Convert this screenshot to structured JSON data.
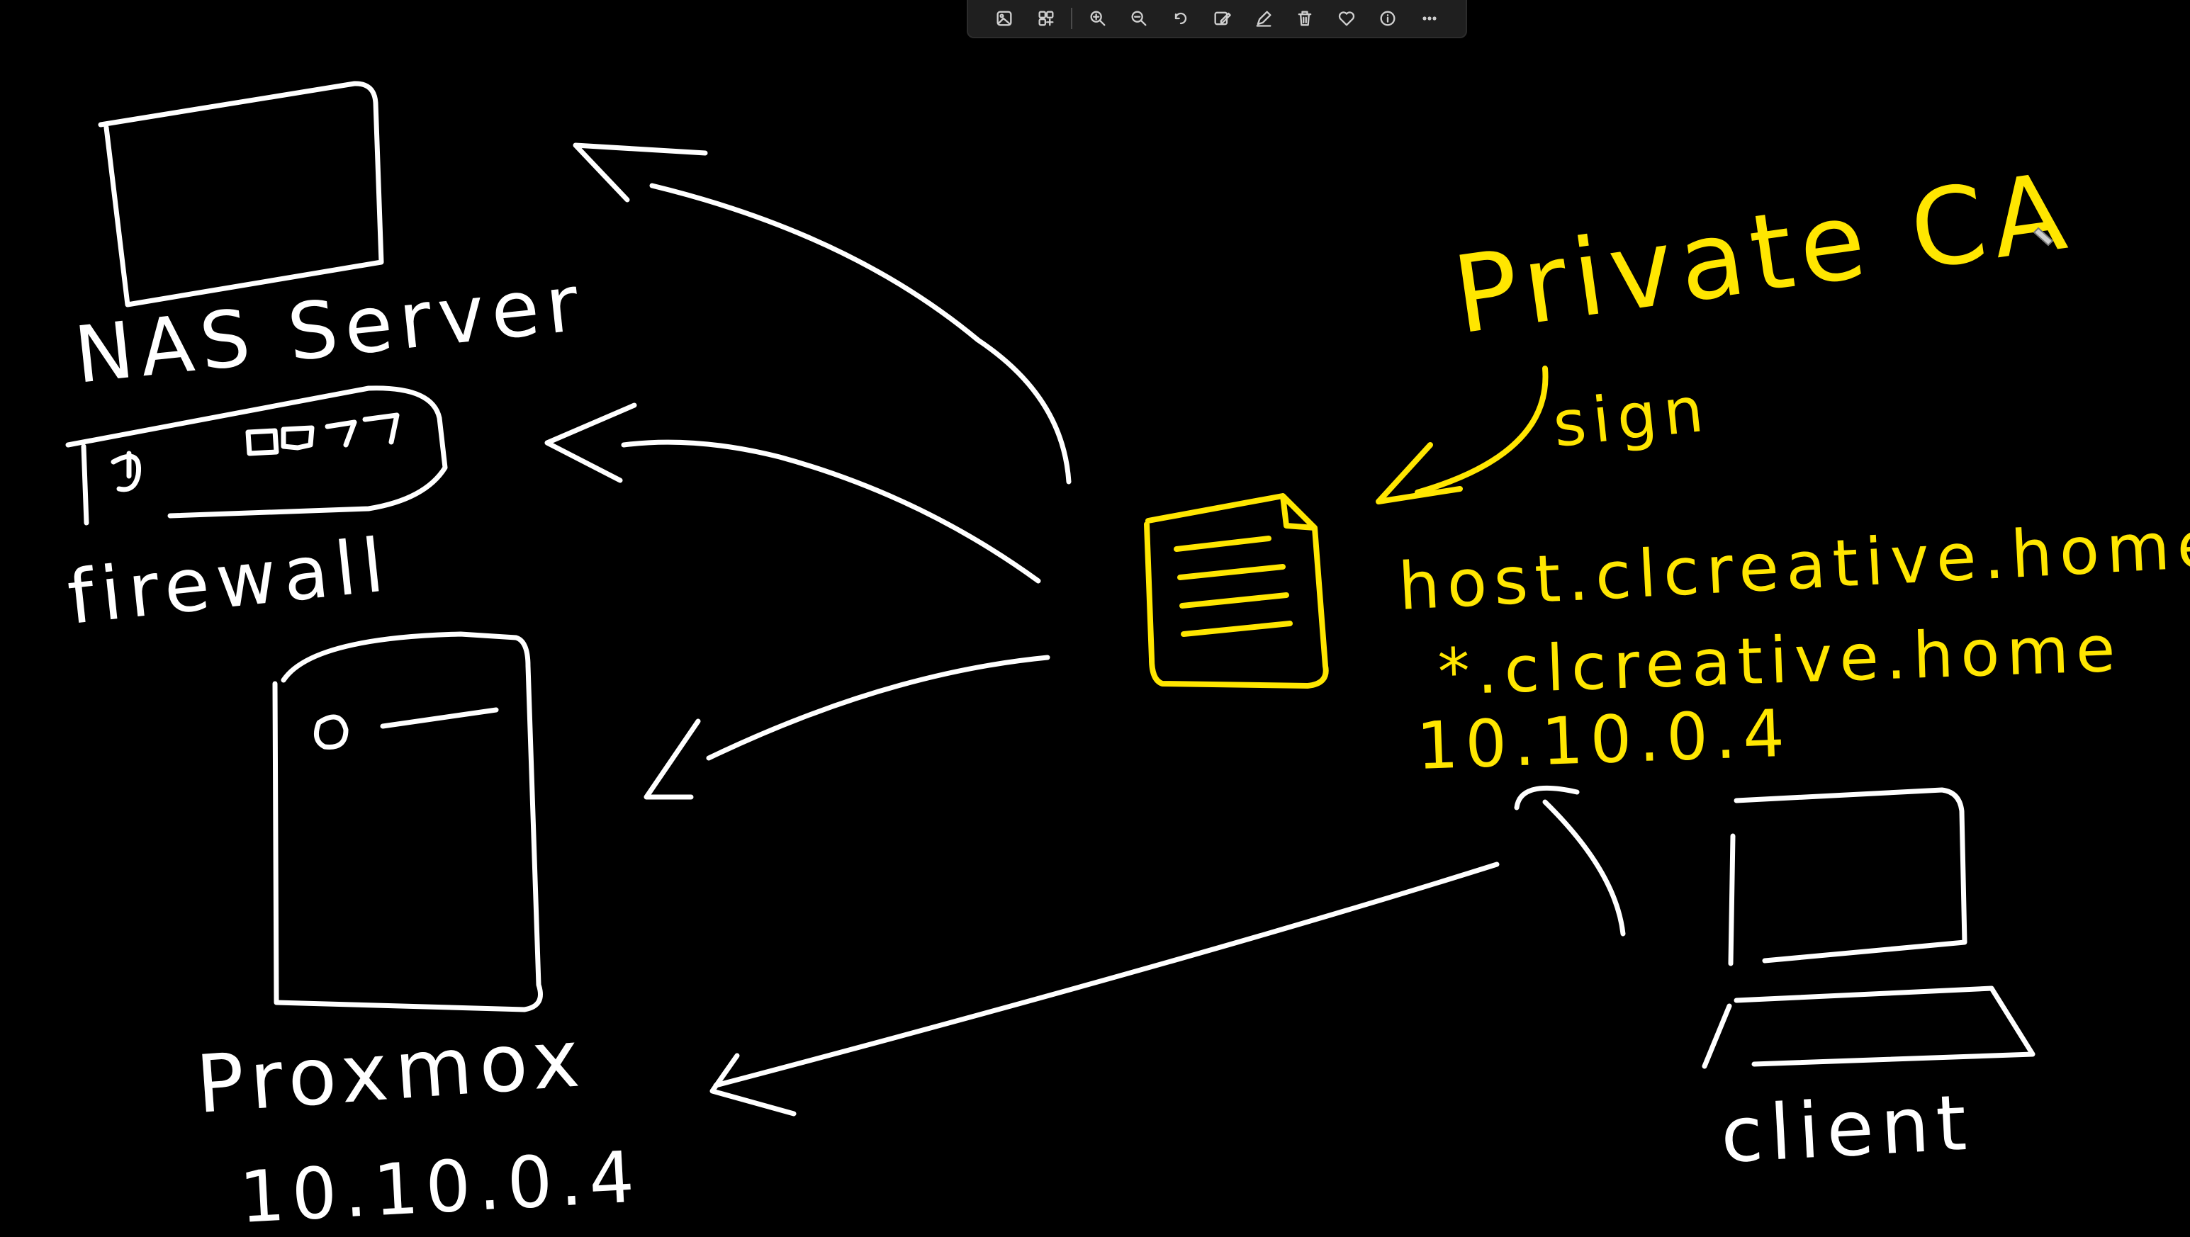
{
  "toolbar": {
    "buttons": [
      {
        "icon": "image-icon"
      },
      {
        "icon": "gallery-icon"
      },
      {
        "icon": "zoom-in-icon"
      },
      {
        "icon": "zoom-out-icon"
      },
      {
        "icon": "rotate-icon"
      },
      {
        "icon": "edit-image-icon"
      },
      {
        "icon": "draw-icon"
      },
      {
        "icon": "delete-icon"
      },
      {
        "icon": "favorite-icon"
      },
      {
        "icon": "info-icon"
      },
      {
        "icon": "more-icon"
      }
    ]
  },
  "colors": {
    "background": "#000000",
    "ink_white": "#ffffff",
    "ink_yellow": "#ffe600"
  },
  "labels": {
    "nas": "NAS Server",
    "firewall": "firewall",
    "proxmox": "Proxmox",
    "proxmox_ip": "10.10.0.4",
    "private_ca": "Private CA",
    "sign": "sign",
    "host": "host.clcreative.home",
    "wildcard": "*.clcreative.home",
    "cert_ip": "10.10.0.4",
    "client": "client"
  }
}
